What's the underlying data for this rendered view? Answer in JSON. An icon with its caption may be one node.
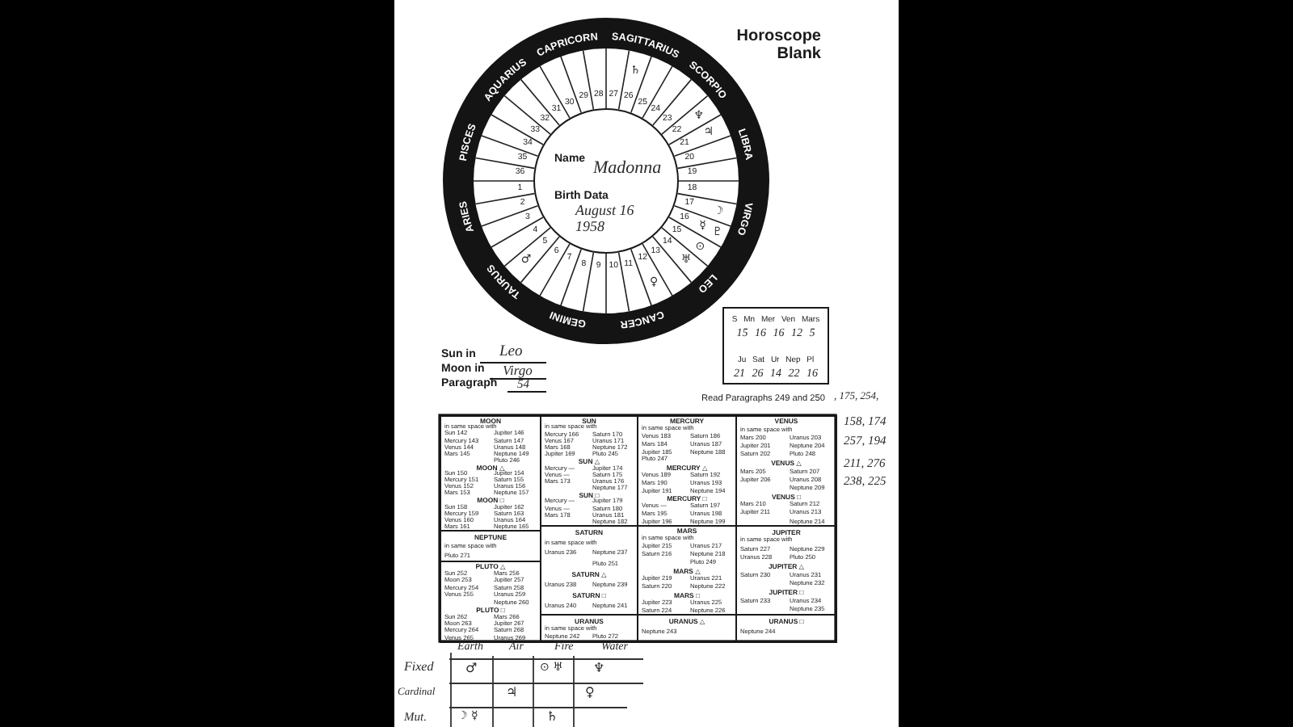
{
  "diagram": {
    "title": "Horoscope Blank",
    "nodes": [
      {
        "text": [
          "Name",
          "Madonna",
          "Birth Data",
          "August 16 1958"
        ]
      },
      {
        "text": [
          "S Mn Mer Ven Mars",
          "15 16 16 12 5",
          "Ju Sat Ur Nep Pl",
          "21 26 14 22 16"
        ]
      },
      {
        "text": [
          "MOON",
          "in same space with",
          "Sun 142",
          "Jupiter 146",
          "Mercury 143",
          "Saturn 147",
          "Venus 144",
          "Uranus 148",
          "Mars 145",
          "Neptune 149",
          "Pluto 246",
          "MOON △",
          "Sun 150",
          "Jupiter 154",
          "Mercury 151",
          "Saturn 155",
          "Venus 152",
          "Uranus 156",
          "Mars 153",
          "Neptune 157",
          "MOON □",
          "Sun 158",
          "Jupiter 162",
          "Mercury 159",
          "Saturn 163",
          "Venus 160",
          "Uranus 164",
          "Mars 161",
          "Neptune 165"
        ]
      },
      {
        "text": [
          "SUN",
          "in same space with",
          "Mercury 166",
          "Saturn 170",
          "Venus 167",
          "Uranus 171",
          "Mars 168",
          "Neptune 172",
          "Jupiter 169",
          "Pluto 245",
          "SUN △",
          "Mercury —",
          "Jupiter 174",
          "Venus —",
          "Saturn 175",
          "Mars 173",
          "Uranus 176",
          "Neptune 177",
          "SUN □",
          "Mercury —",
          "Jupiter 179",
          "Venus —",
          "Saturn 180",
          "Mars 178",
          "Uranus 181",
          "Neptune 182"
        ]
      },
      {
        "text": [
          "MERCURY",
          "in same space with",
          "Venus 183",
          "Saturn 186",
          "Mars 184",
          "Uranus 187",
          "Jupiter 185",
          "Neptune 188",
          "Pluto 247",
          "MERCURY △",
          "Venus 189",
          "Saturn 192",
          "Mars 190",
          "Uranus 193",
          "Jupiter 191",
          "Neptune 194",
          "MERCURY □",
          "Venus —",
          "Saturn 197",
          "Mars 195",
          "Uranus 198",
          "Jupiter 196",
          "Neptune 199"
        ]
      },
      {
        "text": [
          "VENUS",
          "in same space with",
          "Mars 200",
          "Uranus 203",
          "Jupiter 201",
          "Neptune 204",
          "Saturn 202",
          "Pluto 248",
          "VENUS △",
          "Mars 205",
          "Saturn 207",
          "Jupiter 206",
          "Uranus 208",
          "Neptune 209",
          "VENUS □",
          "Mars 210",
          "Saturn 212",
          "Jupiter 211",
          "Uranus 213",
          "Neptune 214"
        ]
      },
      {
        "text": [
          "NEPTUNE",
          "in same space with",
          "Pluto 271"
        ]
      },
      {
        "text": [
          "SATURN",
          "in same space with",
          "Uranus 236",
          "Neptune 237",
          "Pluto 251",
          "SATURN △",
          "Uranus 238",
          "Neptune 239",
          "SATURN □",
          "Uranus 240",
          "Neptune 241"
        ]
      },
      {
        "text": [
          "MARS",
          "in same space with",
          "Jupiter 215",
          "Uranus 217",
          "Saturn 216",
          "Neptune 218",
          "Pluto 249",
          "MARS △",
          "Jupiter 219",
          "Uranus 221",
          "Saturn 220",
          "Neptune 222",
          "MARS □",
          "Jupiter 223",
          "Uranus 225",
          "Saturn 224",
          "Neptune 226"
        ]
      },
      {
        "text": [
          "JUPITER",
          "in same space with",
          "Saturn 227",
          "Neptune 229",
          "Uranus 228",
          "Pluto 250",
          "JUPITER △",
          "Saturn 230",
          "Uranus 231",
          "Neptune 232",
          "JUPITER □",
          "Saturn 233",
          "Uranus 234",
          "Neptune 235"
        ]
      },
      {
        "text": [
          "PLUTO △",
          "Sun 252",
          "Mars 256",
          "Moon 253",
          "Jupiter 257",
          "Mercury 254",
          "Saturn 258",
          "Venus 255",
          "Uranus 259",
          "Neptune 260",
          "PLUTO □",
          "Sun 262",
          "Mars 266",
          "Moon 263",
          "Jupiter 267",
          "Mercury 264",
          "Saturn 268",
          "Venus 265",
          "Uranus 269"
        ]
      },
      {
        "text": [
          "URANUS",
          "in same space with",
          "Neptune 242",
          "Pluto 272"
        ]
      },
      {
        "text": [
          "URANUS △",
          "Neptune 243"
        ]
      },
      {
        "text": [
          "URANUS □",
          "Neptune 244"
        ]
      }
    ],
    "labels": [
      "CAPRICORN",
      "SAGITTARIUS",
      "AQUARIUS",
      "SCORPIO",
      "PISCES",
      "LIBRA",
      "ARIES",
      "VIRGO",
      "TAURUS",
      "LEO",
      "GEMINI",
      "CANCER",
      "30",
      "29",
      "28",
      "27",
      "26",
      "25",
      "31",
      "24",
      "32",
      "23",
      "33",
      "22",
      "34",
      "21",
      "35",
      "20",
      "36",
      "19",
      "1",
      "18",
      "2",
      "17",
      "3",
      "16",
      "4",
      "15",
      "5",
      "14",
      "6",
      "13",
      "7",
      "8",
      "9",
      "10",
      "11",
      "12",
      "♄",
      "♆",
      "♃",
      "☽",
      "☿",
      "♇",
      "⊙",
      "♂",
      "♅",
      "♀",
      "Sun in",
      "Leo",
      "Moon in",
      "Virgo",
      "Paragraph",
      "54",
      "Read Paragraphs 249 and 250",
      ", 175, 254,",
      "158, 174",
      "257, 194",
      "211, 276",
      "238, 225",
      "Earth",
      "Air",
      "Fire",
      "Water",
      "Fixed",
      "♂",
      "⊙ ♅",
      "♆",
      "Cardinal",
      "♃",
      "♀",
      "Mut.",
      "☽ ☿",
      "♄"
    ]
  }
}
